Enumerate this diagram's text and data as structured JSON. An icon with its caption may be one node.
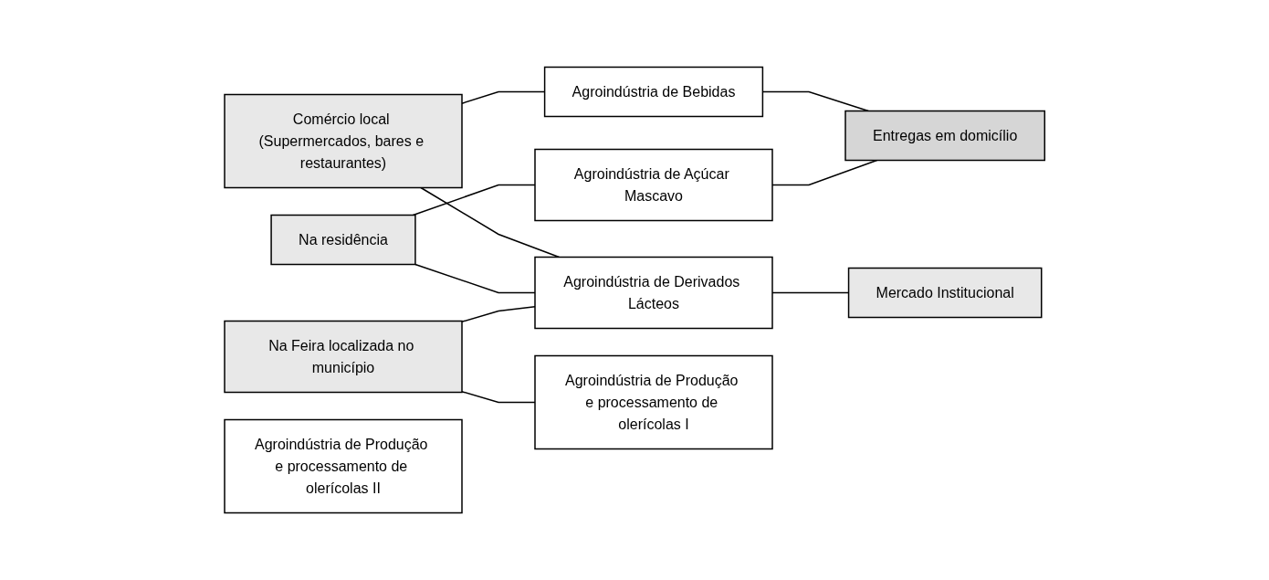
{
  "diagram": {
    "nodes": [
      {
        "text": [
          "Comércio local (Supermercados, bares e restaurantes)"
        ]
      },
      {
        "text": [
          "Agroindústria de Bebidas"
        ]
      },
      {
        "text": [
          "Mercado Institucional"
        ]
      },
      {
        "text": [
          "Agroindústria de Açúcar Mascavo"
        ]
      },
      {
        "text": [
          "Entregas em domicílio"
        ]
      },
      {
        "text": [
          "Na residência"
        ]
      },
      {
        "text": [
          "Agroindústria de Derivados Lácteos"
        ]
      },
      {
        "text": [
          "Agroindústria de Produção e processamento de olerícolas I"
        ]
      },
      {
        "text": [
          "Na Feira localizada no município"
        ]
      },
      {
        "text": [
          "Agroindústria de Produção e processamento de olerícolas II"
        ]
      }
    ],
    "edges": [
      {
        "from": 0,
        "to": 1,
        "arrow": "none"
      },
      {
        "from": 5,
        "to": 3,
        "arrow": "none"
      },
      {
        "from": 1,
        "to": 4,
        "arrow": "none"
      },
      {
        "from": 3,
        "to": 4,
        "arrow": "none"
      },
      {
        "from": 6,
        "to": 2,
        "arrow": "none"
      },
      {
        "from": 0,
        "to": 6,
        "arrow": "none"
      },
      {
        "from": 5,
        "to": 6,
        "arrow": "none"
      },
      {
        "from": 8,
        "to": 6,
        "arrow": "none"
      },
      {
        "from": 8,
        "to": 7,
        "arrow": "none"
      }
    ]
  }
}
